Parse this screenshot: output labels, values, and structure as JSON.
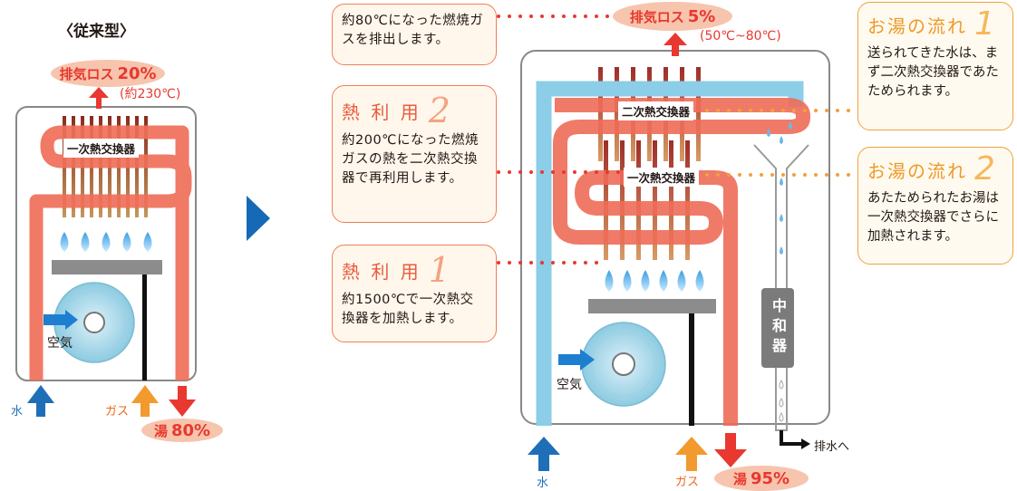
{
  "left": {
    "title": "〈従来型〉",
    "exhaust": {
      "label": "排気ロス",
      "value": "20%",
      "temp": "(約230℃)"
    },
    "exchanger": "一次熱交換器",
    "air": "空気",
    "water": "水",
    "gas": "ガス",
    "hot": {
      "label": "湯",
      "value": "80%"
    }
  },
  "right": {
    "exhaust": {
      "label": "排気ロス",
      "value": "5%",
      "temp": "(50℃~80℃)"
    },
    "secondary_exchanger": "二次熱交換器",
    "primary_exchanger": "一次熱交換器",
    "neutralizer": "中和器",
    "air": "空気",
    "water": "水",
    "gas": "ガス",
    "hot": {
      "label": "湯",
      "value": "95%"
    },
    "drain": "排水へ"
  },
  "callouts": {
    "exhaust_note": "約80℃になった燃焼ガスを排出します。",
    "heat2": {
      "title": "熱 利 用",
      "number": "2",
      "body": "約200℃になった燃焼ガスの熱を二次熱交換器で再利用します。"
    },
    "heat1": {
      "title": "熱 利 用",
      "number": "1",
      "body": "約1500℃で一次熱交換器を加熱します。"
    },
    "flow1": {
      "title": "お湯の流れ",
      "number": "1",
      "body": "送られてきた水は、まず二次熱交換器であたためられます。"
    },
    "flow2": {
      "title": "お湯の流れ",
      "number": "2",
      "body": "あたためられたお湯は一次熱交換器でさらに加熱されます。"
    }
  },
  "colors": {
    "hot_red": "#e8382f",
    "pipe_red": "#ee6e5a",
    "pipe_blue": "#7cc4e4",
    "arrow_blue": "#1e6fb7",
    "arrow_orange": "#f29a2e",
    "play_blue": "#1669b4"
  }
}
